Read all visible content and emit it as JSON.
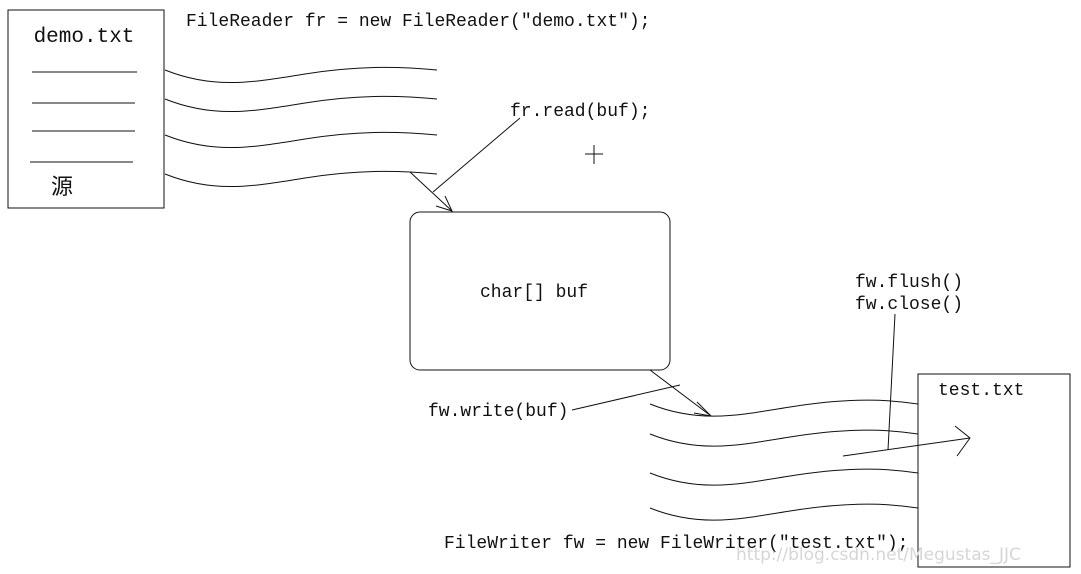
{
  "source_file": {
    "name": "demo.txt",
    "label": "源"
  },
  "buffer": {
    "label": "char[] buf"
  },
  "target_file": {
    "name": "test.txt"
  },
  "code": {
    "reader_line": "FileReader fr = new FileReader(\"demo.txt\");",
    "read_call": "fr.read(buf);",
    "write_call": "fw.write(buf)",
    "flush_call": "fw.flush()",
    "close_call": "fw.close()",
    "writer_line": "FileWriter fw = new FileWriter(\"test.txt\");"
  },
  "watermark": "http://blog.csdn.net/Megustas_JJC",
  "colors": {
    "ink": "#111111",
    "watermark": "#d6d6d6",
    "background": "#ffffff"
  }
}
